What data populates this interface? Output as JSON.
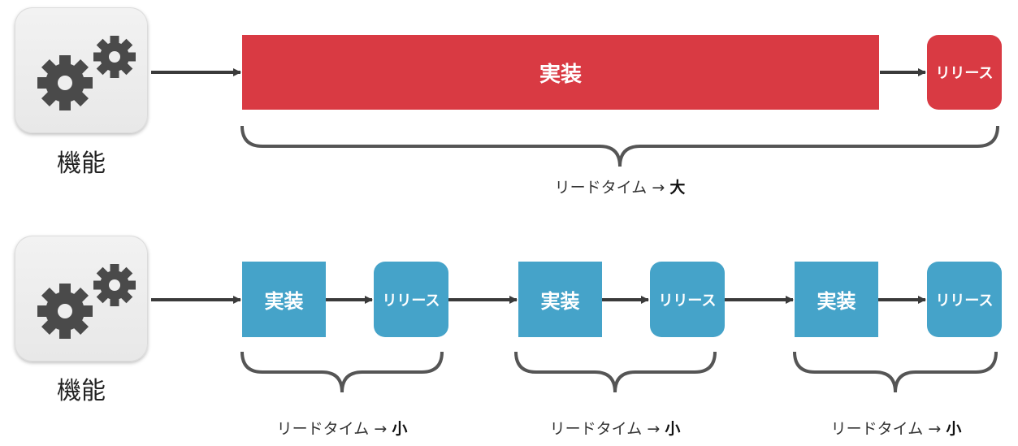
{
  "colors": {
    "slow_accent": "#d93a43",
    "fast_accent": "#45a3c9",
    "line": "#3a3a3a",
    "brace": "#555555"
  },
  "rows": [
    {
      "feature_label": "機能",
      "icon": "gears-icon",
      "implement_label": "実装",
      "release_label": "リリース",
      "lead_time_label": "リードタイム →",
      "lead_time_value": "大"
    },
    {
      "feature_label": "機能",
      "icon": "gears-icon",
      "steps": [
        {
          "implement_label": "実装",
          "release_label": "リリース",
          "lead_time_label": "リードタイム →",
          "lead_time_value": "小"
        },
        {
          "implement_label": "実装",
          "release_label": "リリース",
          "lead_time_label": "リードタイム →",
          "lead_time_value": "小"
        },
        {
          "implement_label": "実装",
          "release_label": "リリース",
          "lead_time_label": "リードタイム →",
          "lead_time_value": "小"
        }
      ]
    }
  ]
}
